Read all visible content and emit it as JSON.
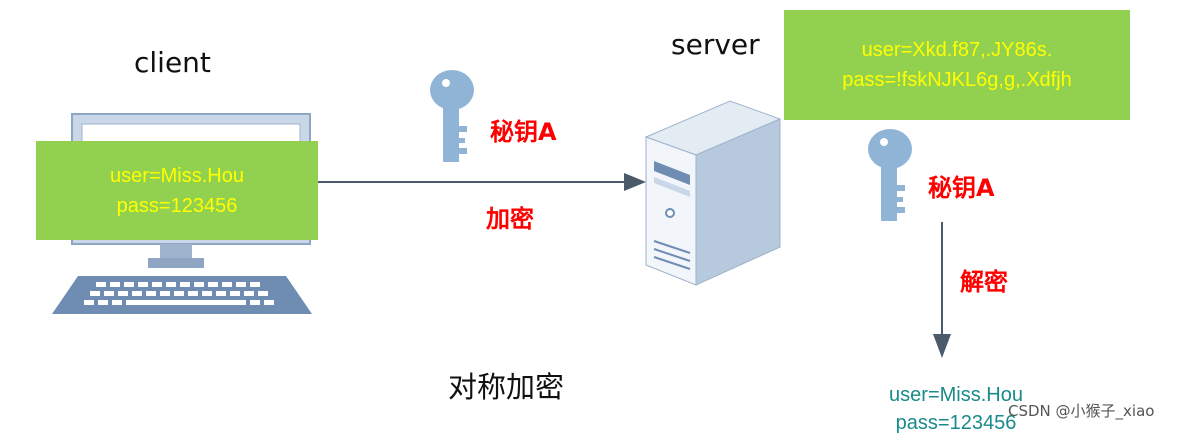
{
  "client": {
    "title": "client",
    "user": "user=Miss.Hou",
    "pass": "pass=123456"
  },
  "server": {
    "title": "server",
    "user": "user=Xkd.f87,.JY86s.",
    "pass": "pass=!fskNJKL6g,g,.Xdfjh"
  },
  "key_left": {
    "label": "秘钥A"
  },
  "key_right": {
    "label": "秘钥A"
  },
  "encrypt_label": "加密",
  "decrypt_label": "解密",
  "result": {
    "user": "user=Miss.Hou",
    "pass": "pass=123456"
  },
  "caption": "对称加密",
  "watermark": "CSDN @小猴子_xiao",
  "colors": {
    "green_box": "#92d050",
    "box_text": "#ffff00",
    "red_label": "#ff0000",
    "result_text": "#1a8a8a",
    "key": "#8fb4d6"
  }
}
